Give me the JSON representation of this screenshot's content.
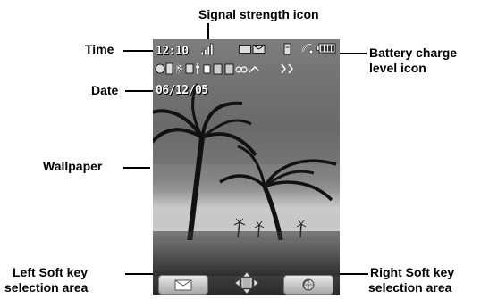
{
  "callouts": {
    "signal": "Signal strength icon",
    "time": "Time",
    "battery_line1": "Battery charge",
    "battery_line2": "level icon",
    "date": "Date",
    "wallpaper": "Wallpaper",
    "left_soft_line1": "Left Soft key",
    "left_soft_line2": "selection area",
    "right_soft_line1": "Right Soft key",
    "right_soft_line2": "selection area"
  },
  "screen": {
    "time": "12:10",
    "date": "06/12/05",
    "icons": [
      "signal-icon",
      "mail-icon",
      "battery-icon",
      "bluetooth-icon",
      "music-icon",
      "phone-icon"
    ]
  }
}
